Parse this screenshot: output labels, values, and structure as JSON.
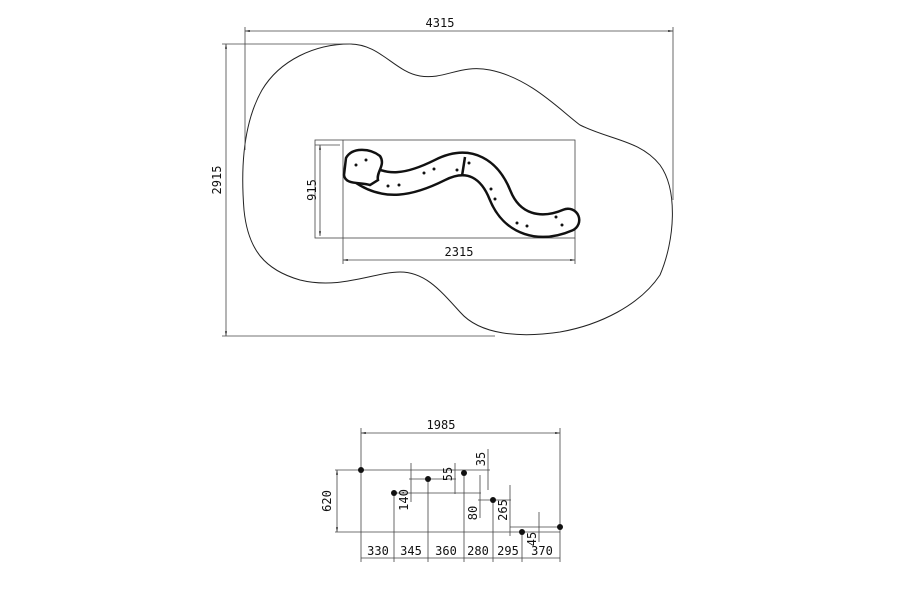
{
  "plan": {
    "overall_width": "4315",
    "overall_depth": "2915",
    "equipment_width": "2315",
    "equipment_depth": "915"
  },
  "elevation": {
    "total_length": "1985",
    "total_height_diff": "620",
    "segments": [
      "330",
      "345",
      "360",
      "280",
      "295",
      "370"
    ],
    "height_steps": [
      "140",
      "55",
      "35",
      "80",
      "265",
      "45"
    ]
  }
}
